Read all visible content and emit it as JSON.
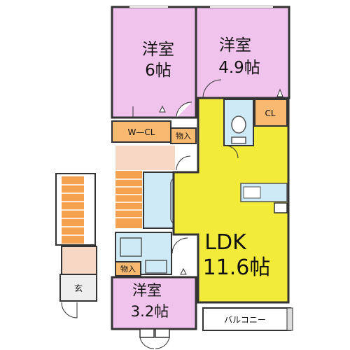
{
  "rooms": {
    "western_6": {
      "name": "洋室",
      "size": "6帖"
    },
    "western_49": {
      "name": "洋室",
      "size": "4.9帖"
    },
    "western_32": {
      "name": "洋室",
      "size": "3.2帖"
    },
    "ldk": {
      "name": "LDK",
      "size": "11.6帖"
    }
  },
  "labels": {
    "walk_in_closet": "W—CL",
    "closet": "CL",
    "storage_upper": "物入",
    "storage_lower": "物入",
    "entrance": "玄",
    "balcony": "バルコニー"
  },
  "colors": {
    "western_room": "#F0C3EC",
    "ldk": "#F3EB3A",
    "closet": "#F6B96F",
    "wet_area": "#CDEAF6",
    "stair": "#F4A24F",
    "hall": "#F5D7C3",
    "wall": "#333333"
  }
}
